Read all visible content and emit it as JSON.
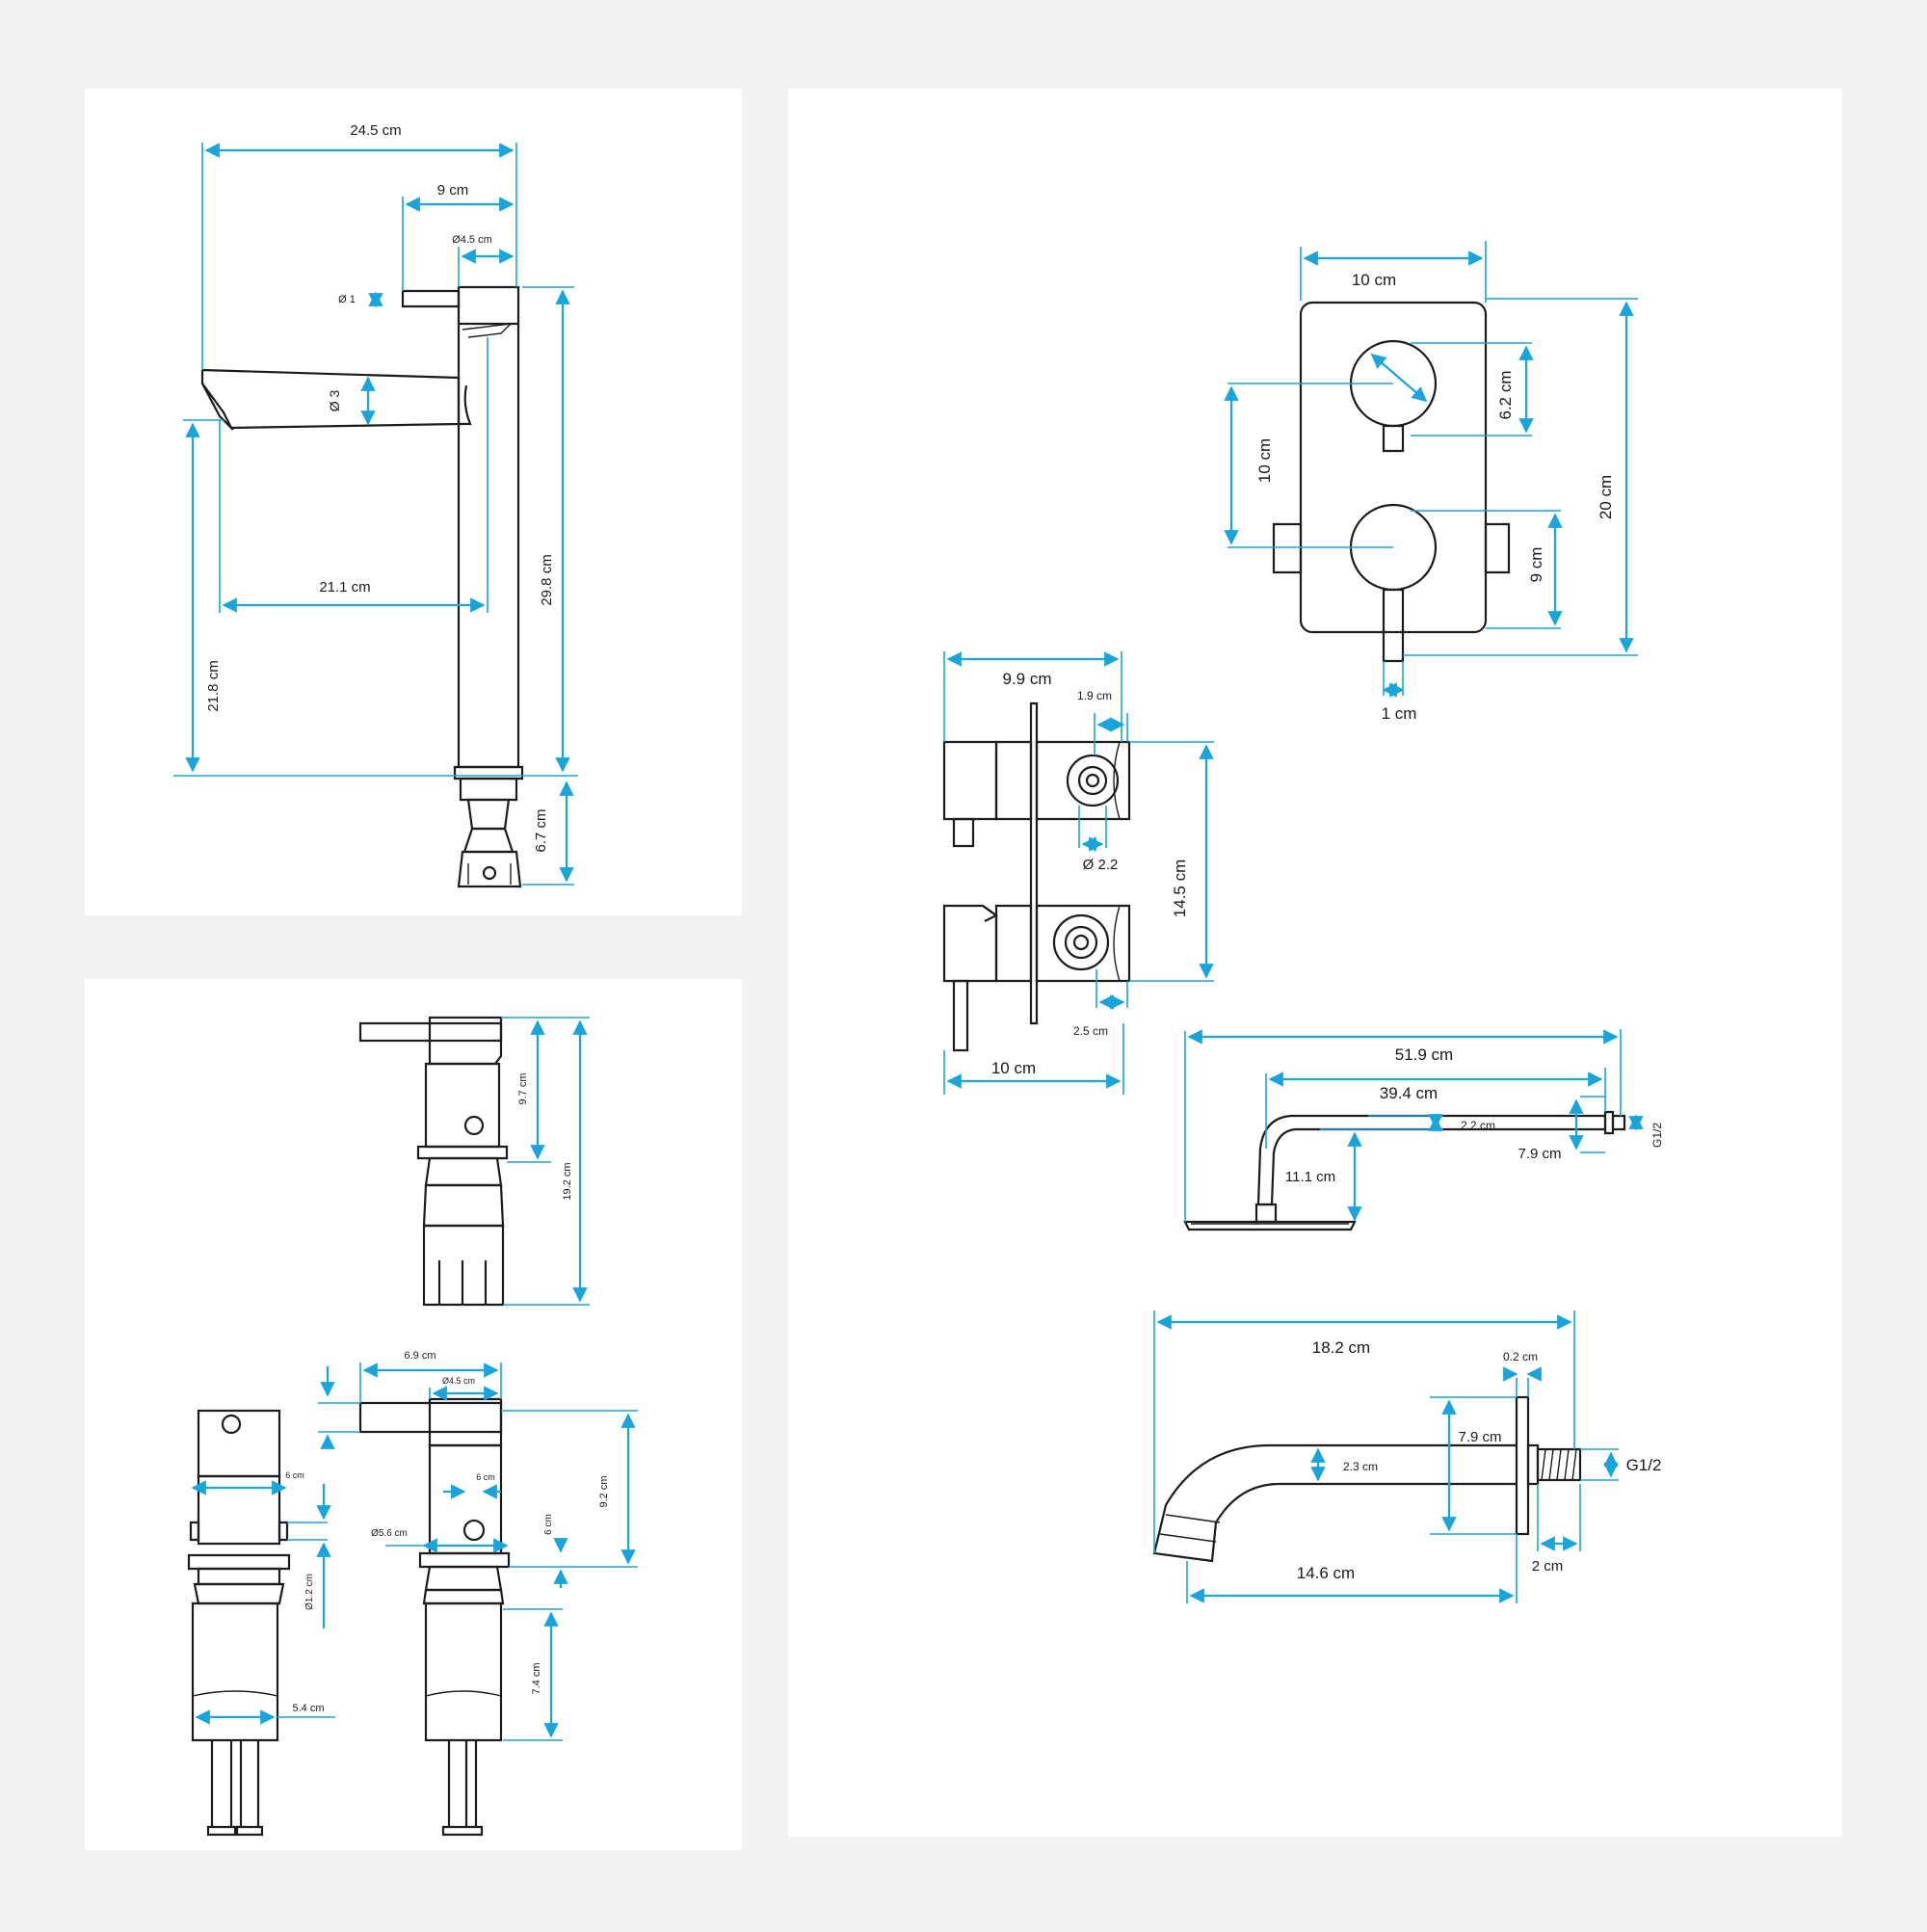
{
  "colors": {
    "background": "#f1f2f3",
    "panel": "#ffffff",
    "dimension": "#1aa4dc",
    "outline": "#1c1c1c"
  },
  "basin_tall_mixer": {
    "overall_width": "24.5 cm",
    "lever_length": "9 cm",
    "body_diameter": "Ø4.5 cm",
    "lever_diameter": "Ø 1",
    "spout_diameter": "Ø 3",
    "spout_reach": "21.1 cm",
    "spout_height": "21.8 cm",
    "body_height": "29.8 cm",
    "shank_length": "6.7 cm"
  },
  "concealed_mixer": {
    "body_height": "9.7 cm",
    "overall_height": "19.2 cm"
  },
  "wall_plate": {
    "width": "10 cm",
    "height": "20 cm",
    "knob_centers": "10 cm",
    "top_knob": "6.2 cm",
    "bottom_knob": "9 cm",
    "lever_width": "1 cm"
  },
  "valve_body": {
    "width": "9.9 cm",
    "outlet_offset": "1.9 cm",
    "cartridge_diameter": "Ø 2.2",
    "height": "14.5 cm",
    "bottom_offset": "2.5 cm",
    "depth": "10 cm"
  },
  "shower_arm": {
    "overall_length": "51.9 cm",
    "arm_length": "39.4 cm",
    "arm_diameter": "2.2 cm",
    "flange": "7.9 cm",
    "drop": "11.1 cm",
    "thread": "G1/2"
  },
  "side_mixer": {
    "lever_length": "6.9 cm",
    "body_diameter": "Ø4.5 cm",
    "left_body": "6 cm",
    "lever_offset": "6 cm",
    "base_diameter": "Ø5.6 cm",
    "height": "9.2 cm",
    "collar": "6 cm",
    "shank_diameter": "Ø1.2 cm",
    "shank_length": "7.4 cm",
    "hose_spacing": "5.4 cm"
  },
  "bath_spout": {
    "overall_length": "18.2 cm",
    "plate_thickness": "0.2 cm",
    "flange": "7.9 cm",
    "spout_diameter": "2.3 cm",
    "thread": "G1/2",
    "thread_length": "2 cm",
    "spout_length": "14.6 cm"
  }
}
